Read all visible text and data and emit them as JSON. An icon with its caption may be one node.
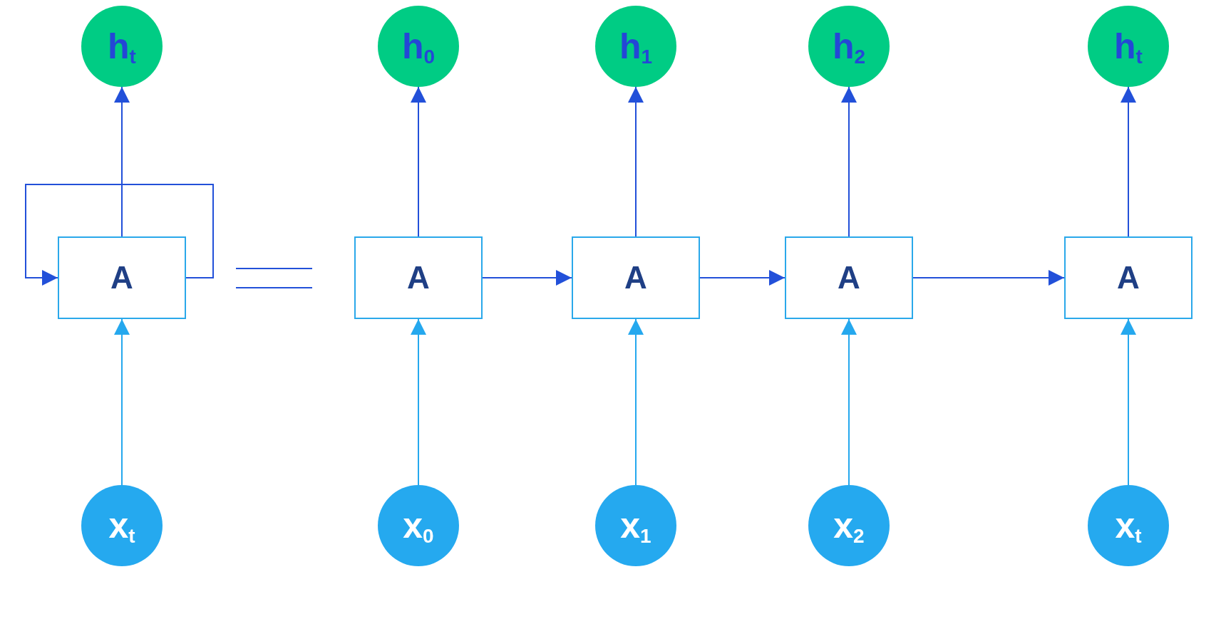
{
  "diagram": {
    "nodes": [
      {
        "text": [
          "h$_{t}$"
        ]
      },
      {
        "text": [
          "h$_{0}$"
        ]
      },
      {
        "text": [
          "h$_{1}$"
        ]
      },
      {
        "text": [
          "h$_{2}$"
        ]
      },
      {
        "text": [
          "h$_{t}$"
        ]
      },
      {
        "text": [
          "A"
        ]
      },
      {
        "text": [
          "A"
        ]
      },
      {
        "text": [
          "A"
        ]
      },
      {
        "text": [
          "A"
        ]
      },
      {
        "text": [
          "A"
        ]
      },
      {
        "text": [
          "x$_{t}$"
        ]
      },
      {
        "text": [
          "x$_{0}$"
        ]
      },
      {
        "text": [
          "x$_{1}$"
        ]
      },
      {
        "text": [
          "x$_{2}$"
        ]
      },
      {
        "text": [
          "x$_{t}$"
        ]
      }
    ],
    "edges": [
      {
        "from": 10,
        "to": 5,
        "arrow": "to",
        "color": "#25a8ee"
      },
      {
        "from": 11,
        "to": 6,
        "arrow": "to",
        "color": "#25a8ee"
      },
      {
        "from": 12,
        "to": 7,
        "arrow": "to",
        "color": "#25a8ee"
      },
      {
        "from": 13,
        "to": 8,
        "arrow": "to",
        "color": "#25a8ee"
      },
      {
        "from": 14,
        "to": 9,
        "arrow": "to",
        "color": "#25a8ee"
      },
      {
        "from": 5,
        "to": 0,
        "arrow": "to"
      },
      {
        "from": 6,
        "to": 1,
        "arrow": "to"
      },
      {
        "from": 7,
        "to": 2,
        "arrow": "to"
      },
      {
        "from": 8,
        "to": 3,
        "arrow": "to"
      },
      {
        "from": 9,
        "to": 4,
        "arrow": "to"
      },
      {
        "from": 5,
        "to": 5,
        "arrow": "to"
      },
      {
        "from": 6,
        "to": 7,
        "arrow": "to"
      },
      {
        "from": 7,
        "to": 8,
        "arrow": "to"
      },
      {
        "from": 8,
        "to": 9,
        "arrow": "to"
      }
    ]
  }
}
